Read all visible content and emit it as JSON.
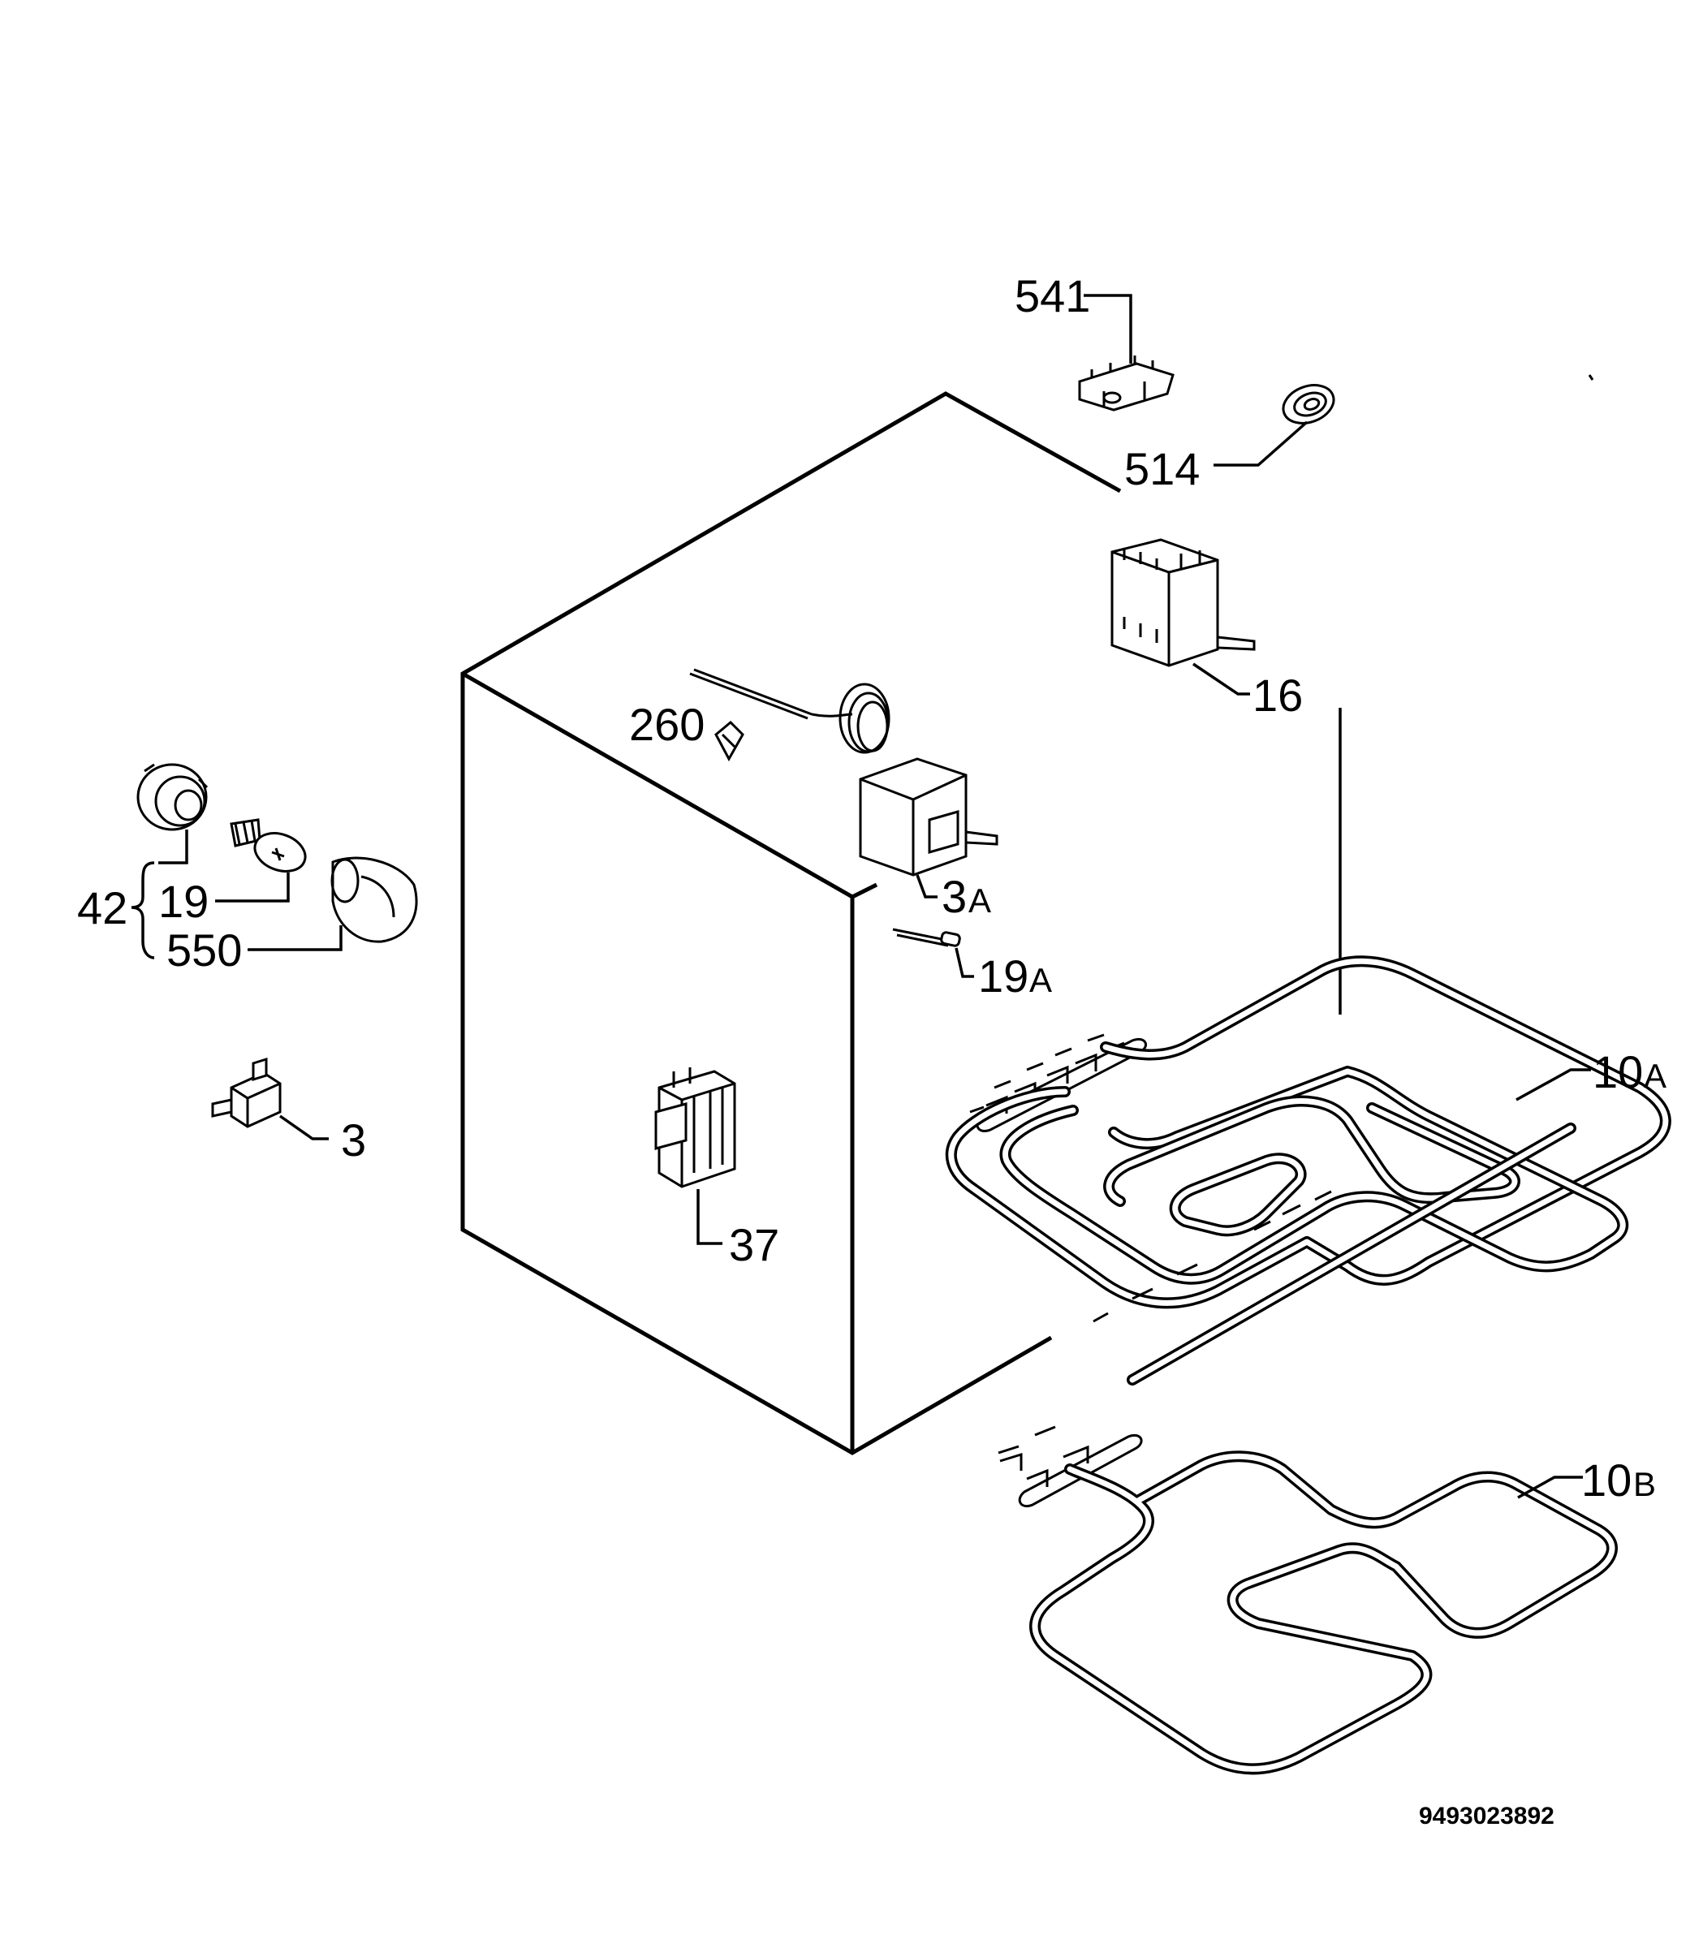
{
  "labels": {
    "l541": "541",
    "l514": "514",
    "l16": "16",
    "l260": "260",
    "l3a_num": "3",
    "l3a_suf": "A",
    "l42": "42",
    "l19": "19",
    "l550": "550",
    "l19a_num": "19",
    "l19a_suf": "A",
    "l10a_num": "10",
    "l10a_suf": "A",
    "l3": "3",
    "l37": "37",
    "l10b_num": "10",
    "l10b_suf": "B"
  },
  "document_number": "9493023892"
}
